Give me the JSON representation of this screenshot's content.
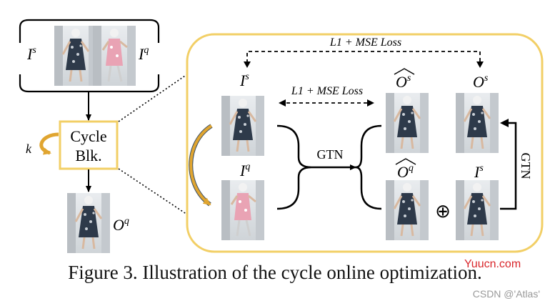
{
  "labels": {
    "source_image": "I",
    "source_sup": "s",
    "query_image": "I",
    "query_sup": "q",
    "k": "k",
    "cycle_block_line1": "Cycle",
    "cycle_block_line2": "Blk.",
    "output": "O",
    "output_sup": "q",
    "loss_top": "L1 + MSE Loss",
    "loss_mid": "L1 + MSE Loss",
    "gtn_center": "GTN",
    "gtn_right": "GTN",
    "o_s_hat": "O",
    "o_s_hat_sup": "s",
    "o_q_hat": "O",
    "o_q_hat_sup": "q",
    "o_s": "O",
    "o_s_sup": "s",
    "i_s_right": "I",
    "i_s_right_sup": "s",
    "i_s_inner": "I",
    "i_s_inner_sup": "s",
    "i_q_inner": "I",
    "i_q_inner_sup": "q",
    "oplus": "⊕"
  },
  "caption": "Figure 3. Illustration of the cycle online optimization.",
  "watermark_site": "Yuucn.com",
  "watermark_author": "CSDN @'Atlas'",
  "colors": {
    "accent_yellow": "#f2cf66",
    "dress_dark": "#2e3a4a",
    "dress_pink": "#e9a3b4"
  }
}
